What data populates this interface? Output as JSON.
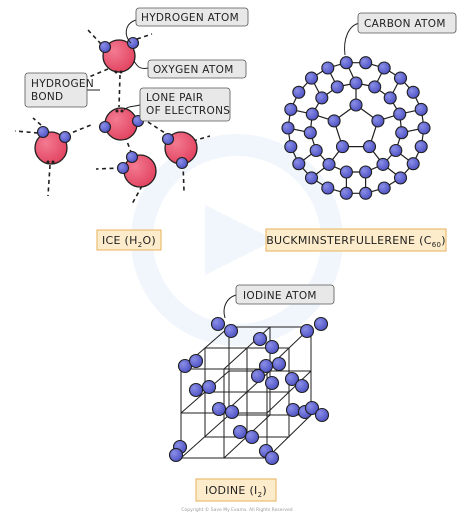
{
  "colors": {
    "oxygen": "#ea5672",
    "hydrogen": "#5b5fcf",
    "carbon": "#5b5fcf",
    "iodine": "#5b5fcf",
    "outline": "#1f1f1f",
    "label_box": "#e8e8e8",
    "caption_box": "#fdeccb",
    "caption_border": "#e8b25a"
  },
  "ice": {
    "labels": {
      "hydrogen_atom": "HYDROGEN ATOM",
      "oxygen_atom": "OXYGEN ATOM",
      "hydrogen_bond_line1": "HYDROGEN",
      "hydrogen_bond_line2": "BOND",
      "lone_pair_line1": "LONE PAIR",
      "lone_pair_line2": "OF ELECTRONS"
    },
    "caption": {
      "prefix": "ICE (H",
      "sub": "2",
      "suffix": "O)"
    }
  },
  "fullerene": {
    "labels": {
      "carbon_atom": "CARBON ATOM"
    },
    "caption": {
      "prefix": "BUCKMINSTERFULLERENE (C",
      "sub": "60",
      "suffix": ")"
    }
  },
  "iodine": {
    "labels": {
      "iodine_atom": "IODINE ATOM"
    },
    "caption": {
      "prefix": "IODINE (I",
      "sub": "2",
      "suffix": ")"
    }
  },
  "footer": "Copyright © Save My Exams. All Rights Reserved"
}
